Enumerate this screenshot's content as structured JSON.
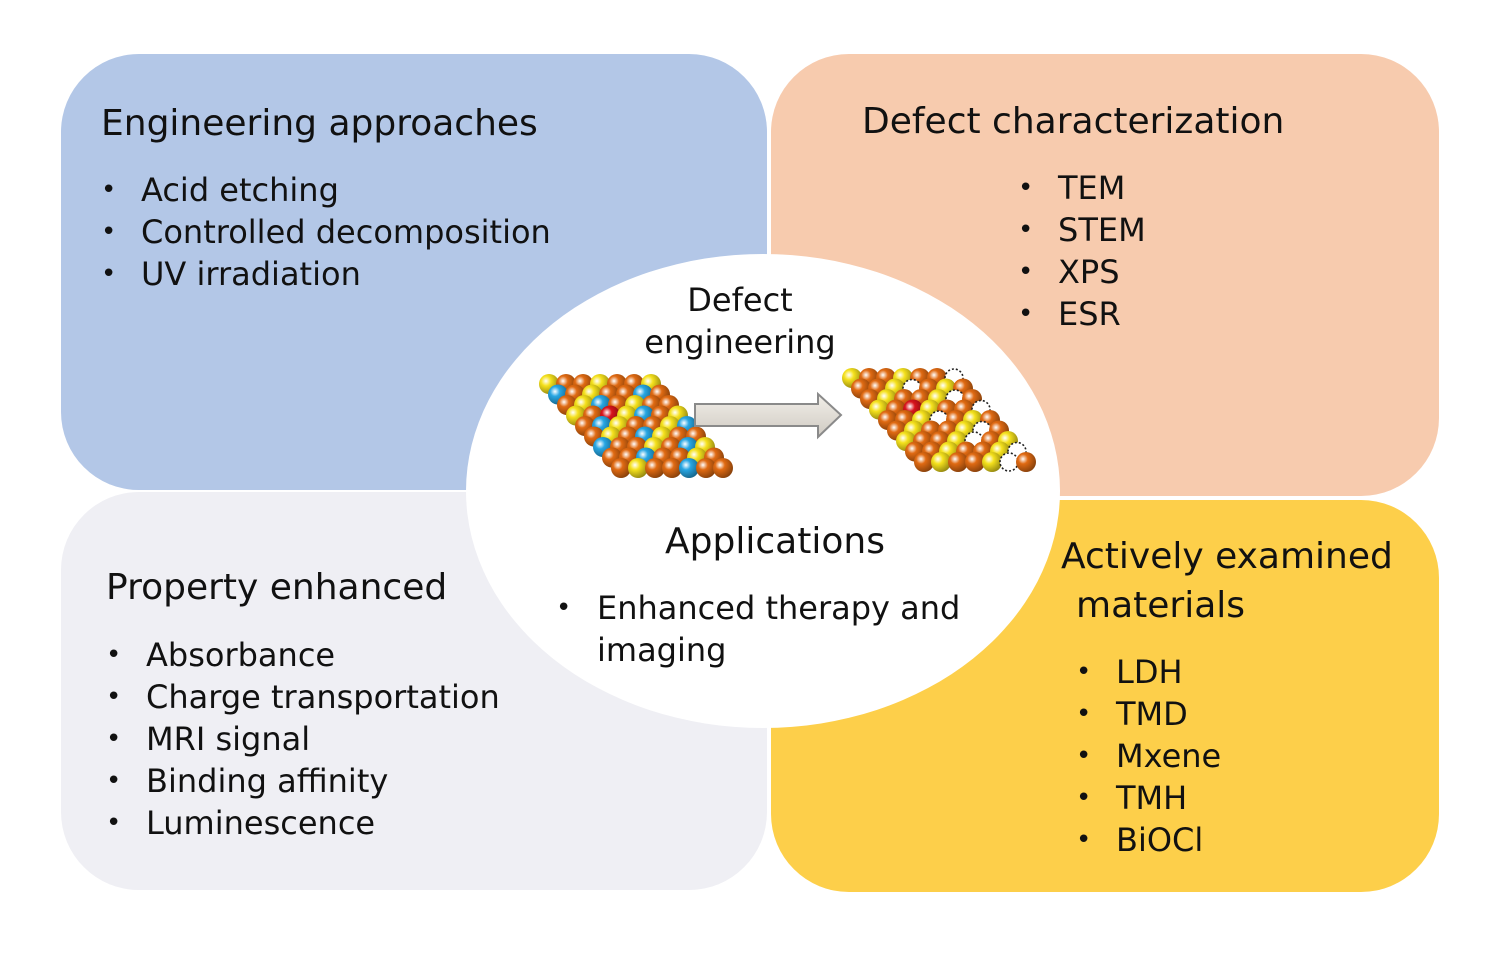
{
  "quadrants": {
    "engineering": {
      "title": "Engineering approaches",
      "items": [
        "Acid etching",
        "Controlled decomposition",
        "UV irradiation"
      ],
      "color": "#b3c7e7"
    },
    "characterization": {
      "title": "Defect characterization",
      "items": [
        "TEM",
        "STEM",
        "XPS",
        "ESR"
      ],
      "color": "#f7cbae"
    },
    "property": {
      "title": "Property enhanced",
      "items": [
        "Absorbance",
        "Charge transportation",
        "MRI signal",
        "Binding affinity",
        "Luminescence"
      ],
      "color": "#efeff4"
    },
    "materials": {
      "title_line1": "Actively examined",
      "title_line2": "materials",
      "items": [
        "LDH",
        "TMD",
        "Mxene",
        "TMH",
        "BiOCl"
      ],
      "color": "#fdcf4a"
    }
  },
  "center": {
    "title_line1": "Defect",
    "title_line2": "engineering",
    "applications_title": "Applications",
    "applications_items": [
      "Enhanced therapy and imaging"
    ],
    "application_line1": "Enhanced therapy and",
    "application_line2": "imaging"
  },
  "lattice_colors": {
    "orange": "#e06a12",
    "yellow": "#f5e11c",
    "blue": "#27a6e3",
    "red": "#d8141c"
  }
}
